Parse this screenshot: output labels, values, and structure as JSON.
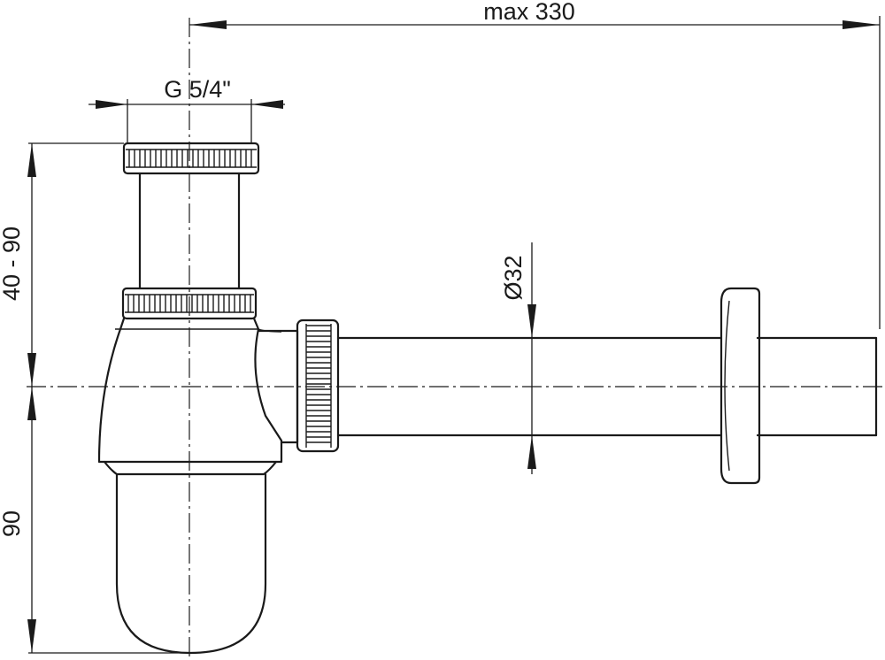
{
  "dimensions": {
    "max_length": "max 330",
    "thread_size": "G 5/4\"",
    "inlet_height": "40 - 90",
    "bowl_depth": "90",
    "pipe_diameter": "Ø32"
  },
  "colors": {
    "line": "#1a1a1a",
    "background": "#ffffff"
  }
}
